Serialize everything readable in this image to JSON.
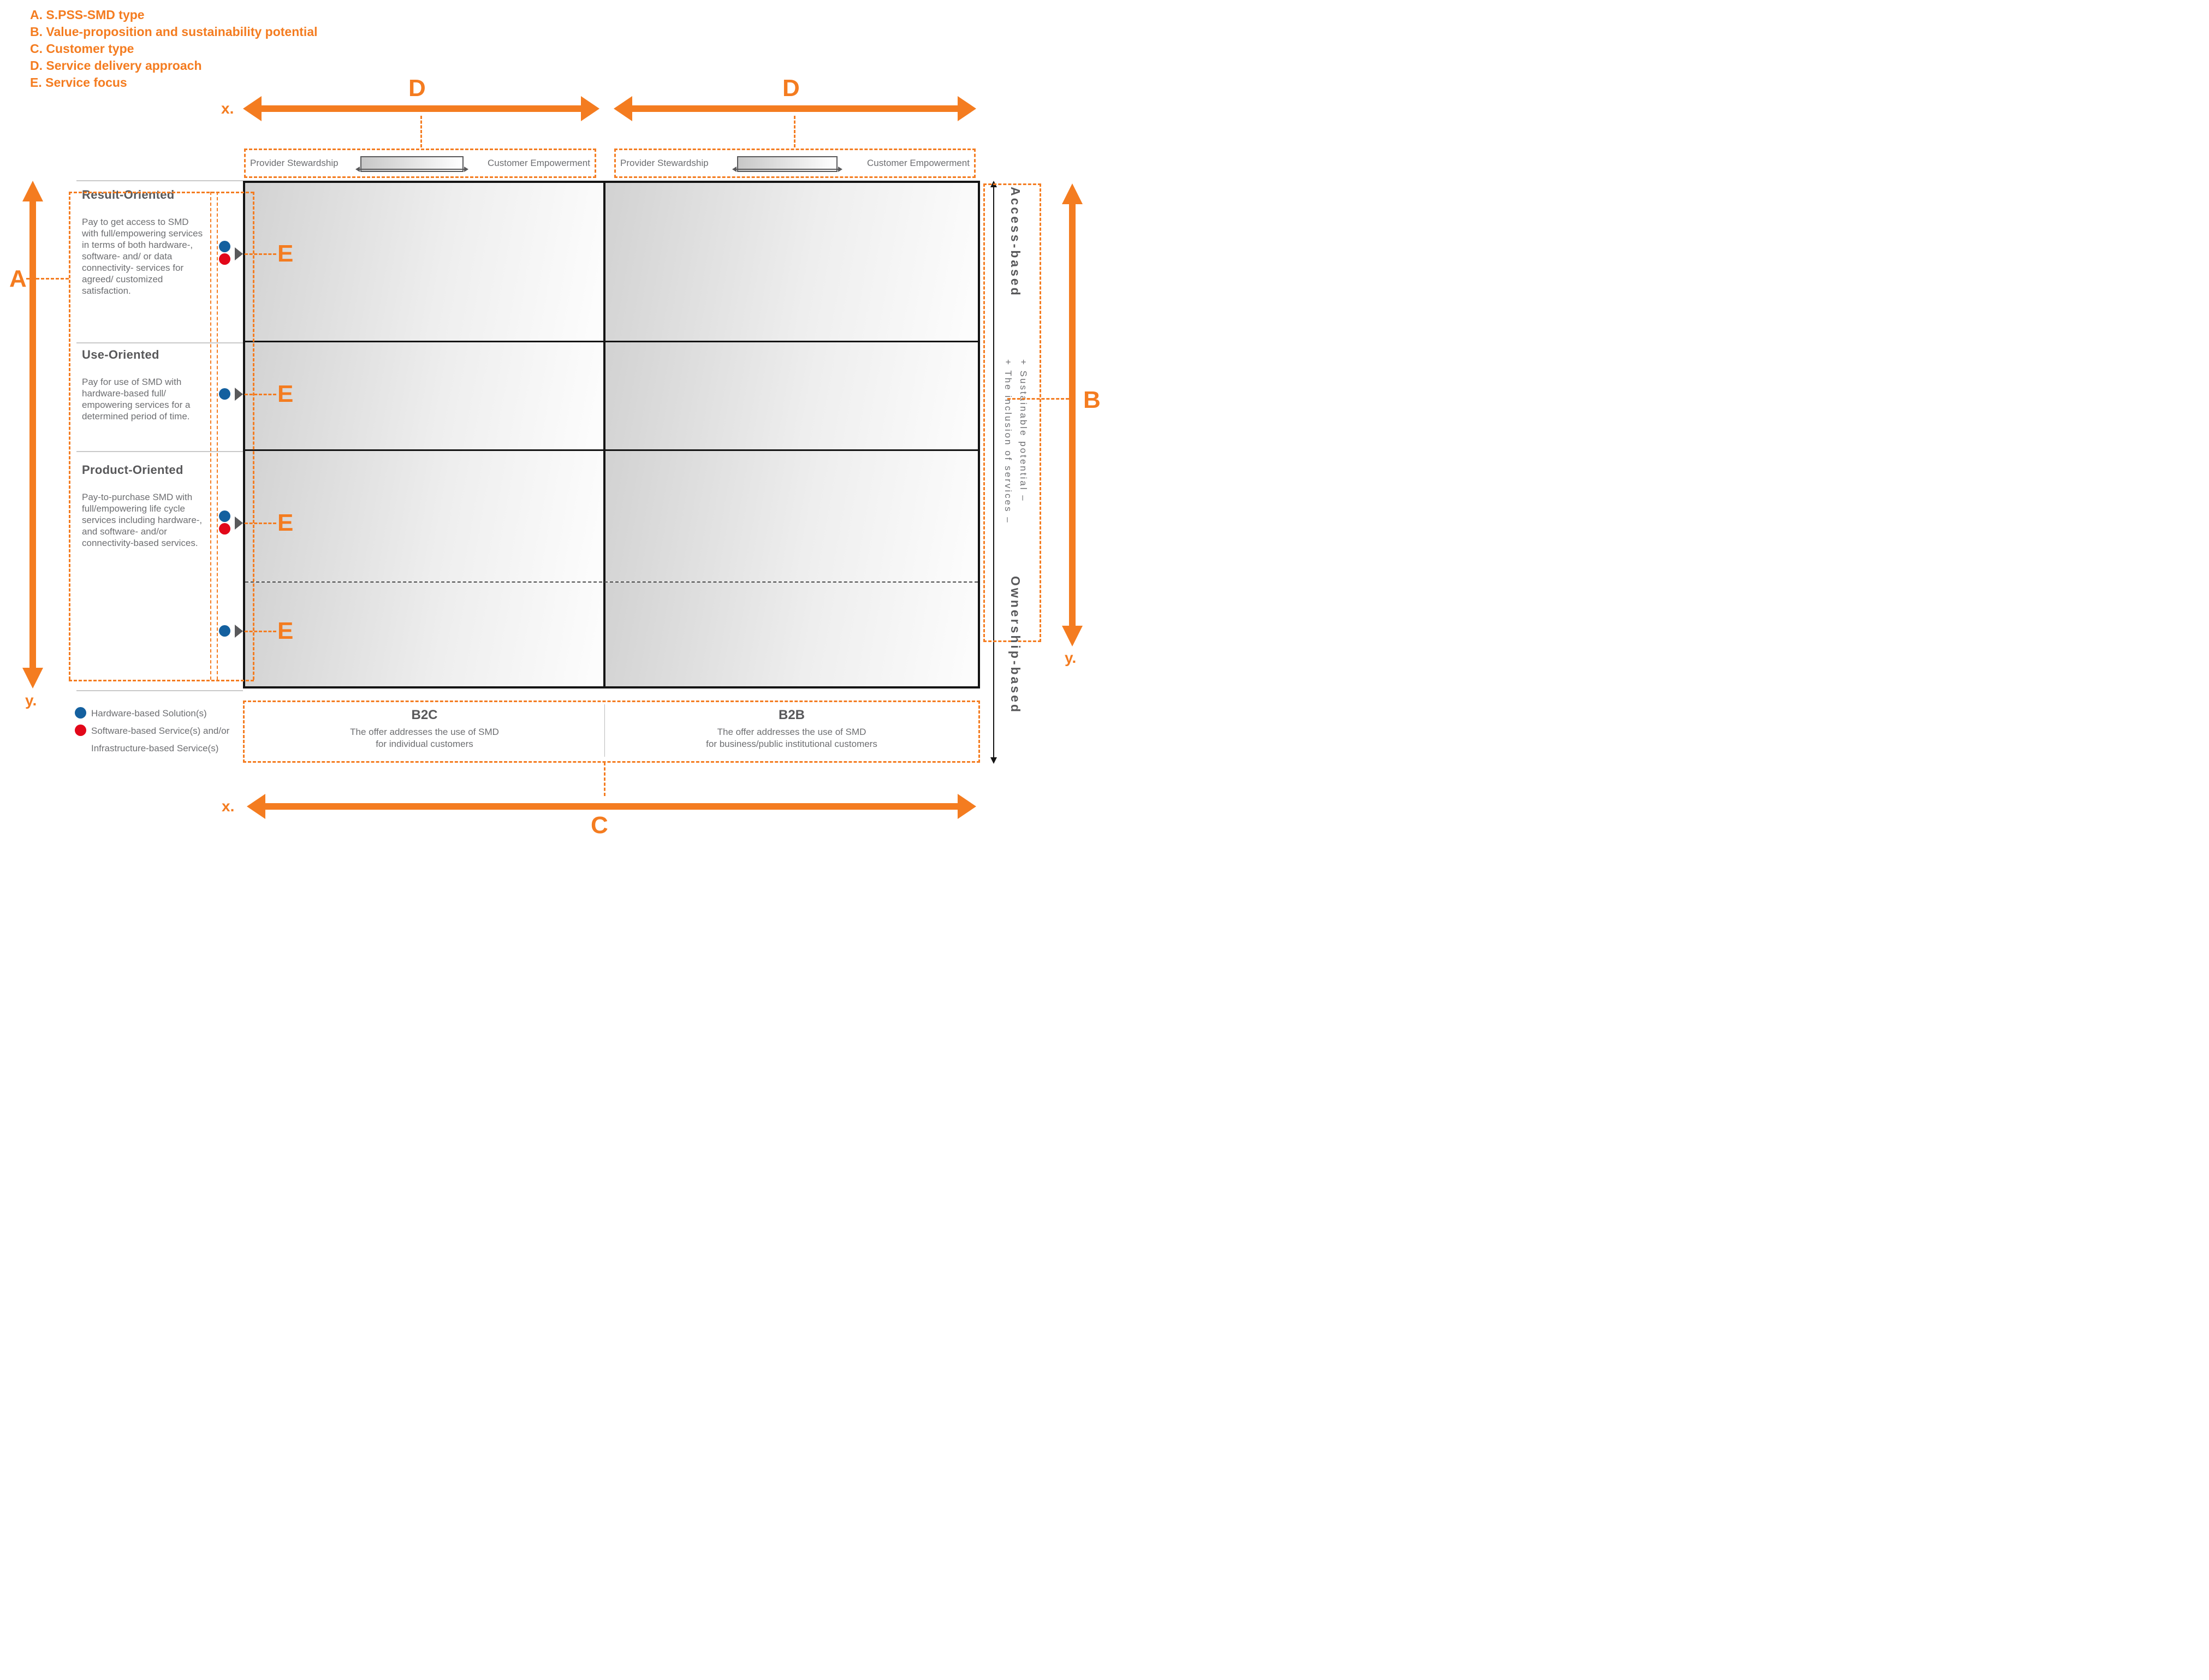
{
  "palette": {
    "orange": "#F47C20",
    "heading_gray": "#58585A",
    "text_gray": "#6D6E71",
    "hardware_blue": "#14609F",
    "software_red": "#E2071A",
    "matrix_black": "#141414"
  },
  "axis_key": {
    "items": [
      "A. S.PSS-SMD type",
      "B. Value-proposition and sustainability potential",
      "C. Customer type",
      "D. Service delivery approach",
      "E. Service focus"
    ]
  },
  "axis_labels": {
    "a": "A",
    "b": "B",
    "c": "C",
    "d": "D",
    "e": "E",
    "x": "x.",
    "y": "y."
  },
  "delivery_scale": {
    "provider": "Provider Stewardship",
    "customer": "Customer Empowerment"
  },
  "spss_types": [
    {
      "title": "Result-Oriented",
      "description": "Pay to get access to SMD with full/empowering services in terms of both hardware-, software- and/ or data connectivity- services for agreed/ customized satisfaction."
    },
    {
      "title": "Use-Oriented",
      "description": "Pay for use of SMD with hardware-based full/ empowering services for a determined period of time."
    },
    {
      "title": "Product-Oriented",
      "description": "Pay-to-purchase SMD with full/empowering life cycle services including hardware-, and software- and/or connectivity-based services."
    }
  ],
  "value_axis": {
    "access": "Access-based",
    "ownership": "Ownership-based",
    "sustainable": "+ Sustainable potential –",
    "inclusion": "+ The inclusion of services –"
  },
  "customer_types": {
    "b2c": {
      "title": "B2C",
      "description_line1": "The offer addresses the use of SMD",
      "description_line2": "for individual customers"
    },
    "b2b": {
      "title": "B2B",
      "description_line1": "The offer addresses the use of SMD",
      "description_line2": "for business/public institutional customers"
    }
  },
  "dot_legend": {
    "hardware": "Hardware-based Solution(s)",
    "software_line1": "Software-based Service(s) and/or",
    "software_line2": "Infrastructure-based Service(s)"
  }
}
